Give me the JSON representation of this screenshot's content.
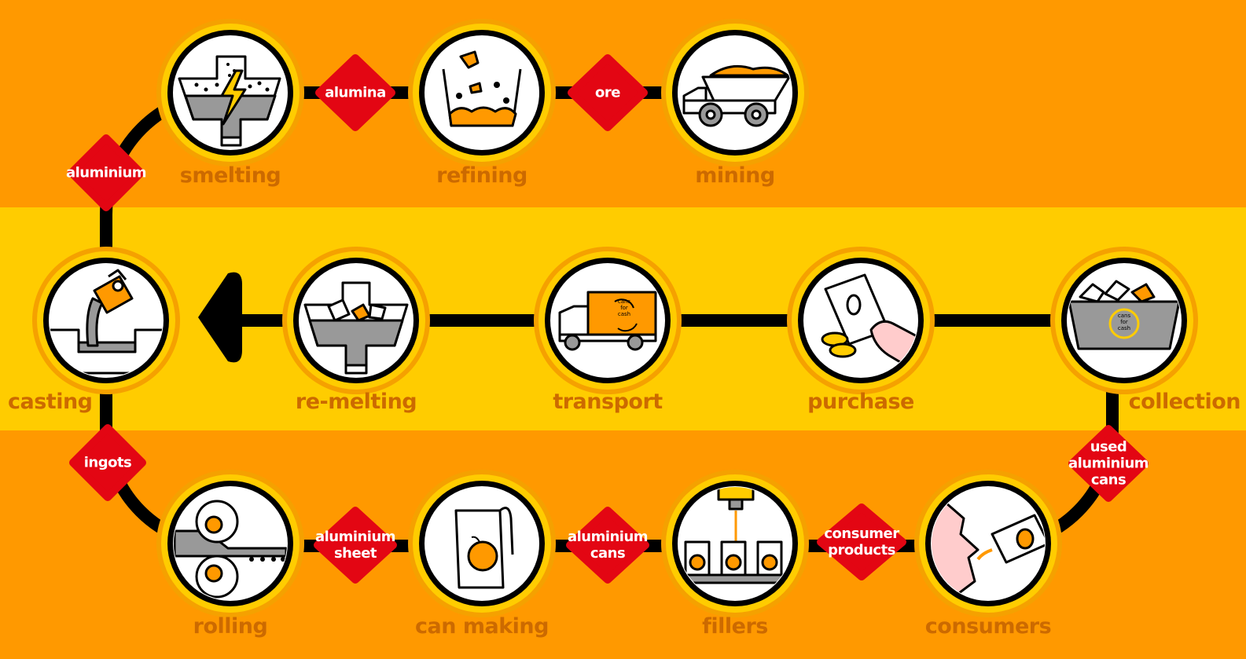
{
  "colors": {
    "orange": "#ff9900",
    "yellow": "#ffcc00",
    "label_text": "#cc6a00",
    "diamond": "#e30613",
    "ring_inner": "#f5a100"
  },
  "stages": {
    "smelting": "smelting",
    "refining": "refining",
    "mining": "mining",
    "casting": "casting",
    "remelting": "re-melting",
    "transport": "transport",
    "purchase": "purchase",
    "collection": "collection",
    "rolling": "rolling",
    "can_making": "can making",
    "fillers": "fillers",
    "consumers": "consumers"
  },
  "materials": {
    "alumina": "alumina",
    "ore": "ore",
    "aluminium": "aluminium",
    "ingots": "ingots",
    "used_cans": [
      "used",
      "aluminium",
      "cans"
    ],
    "sheet": [
      "aluminium",
      "sheet"
    ],
    "cans": [
      "aluminium",
      "cans"
    ],
    "consumer_products": [
      "consumer",
      "products"
    ]
  },
  "icons": {
    "smelting": "smelter-pot-icon",
    "refining": "refining-tank-icon",
    "mining": "dump-truck-icon",
    "casting": "casting-ladle-icon",
    "remelting": "remelting-furnace-icon",
    "transport": "delivery-truck-icon",
    "purchase": "cash-payment-icon",
    "collection": "collection-bin-icon",
    "rolling": "rolling-mill-icon",
    "can_making": "can-making-icon",
    "fillers": "can-filling-icon",
    "consumers": "drinking-person-icon",
    "flow_arrow": "arrow-left-icon"
  },
  "bin_text": [
    "cans",
    "for",
    "cash"
  ]
}
